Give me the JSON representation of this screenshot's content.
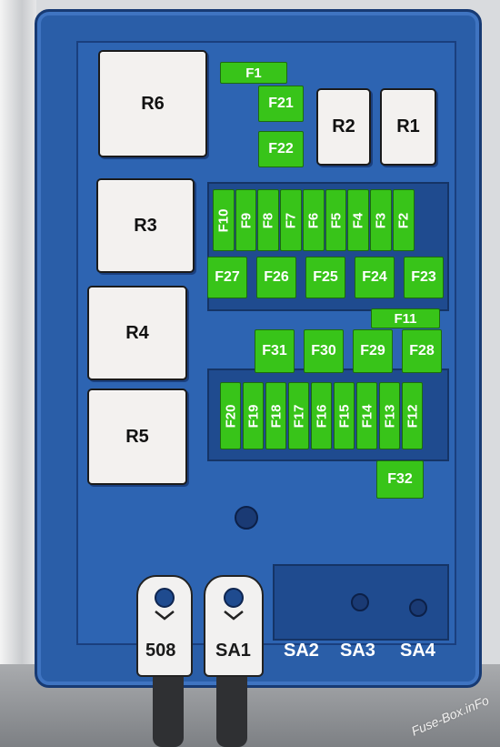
{
  "relays": {
    "r1": "R1",
    "r2": "R2",
    "r3": "R3",
    "r4": "R4",
    "r5": "R5",
    "r6": "R6"
  },
  "fuses": {
    "f1": "F1",
    "f2": "F2",
    "f3": "F3",
    "f4": "F4",
    "f5": "F5",
    "f6": "F6",
    "f7": "F7",
    "f8": "F8",
    "f9": "F9",
    "f10": "F10",
    "f11": "F11",
    "f12": "F12",
    "f13": "F13",
    "f14": "F14",
    "f15": "F15",
    "f16": "F16",
    "f17": "F17",
    "f18": "F18",
    "f19": "F19",
    "f20": "F20",
    "f21": "F21",
    "f22": "F22",
    "f23": "F23",
    "f24": "F24",
    "f25": "F25",
    "f26": "F26",
    "f27": "F27",
    "f28": "F28",
    "f29": "F29",
    "f30": "F30",
    "f31": "F31",
    "f32": "F32"
  },
  "terminals": {
    "t508": "508",
    "sa1": "SA1",
    "sa2": "SA2",
    "sa3": "SA3",
    "sa4": "SA4"
  },
  "watermark": "Fuse-Box.inFo",
  "colors": {
    "housing": "#2a5ea8",
    "fuse": "#38c419",
    "relay": "#f3f1ef"
  }
}
